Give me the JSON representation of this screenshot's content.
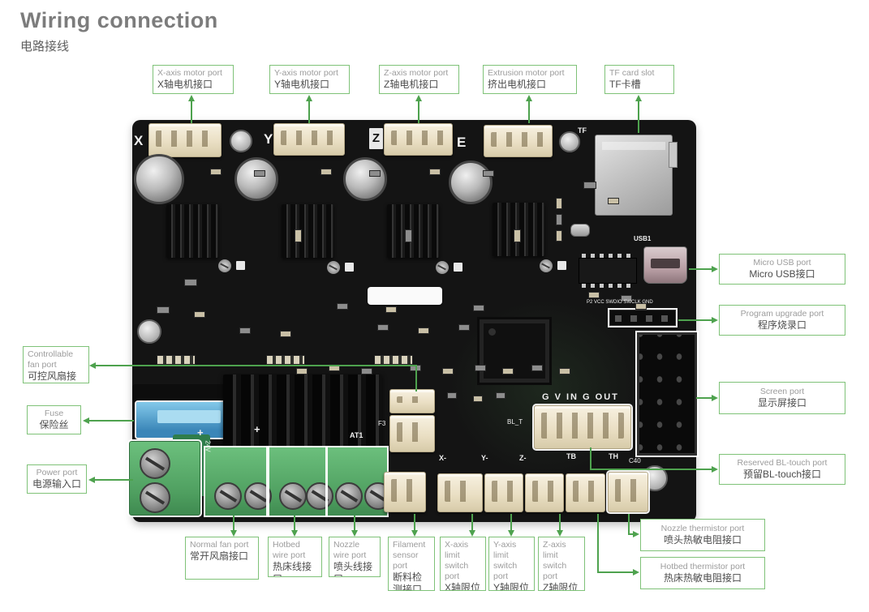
{
  "page": {
    "title": "Wiring connection",
    "subtitle": "电路接线"
  },
  "colors": {
    "accent_green": "#4ea24e",
    "callout_border": "#7fc278",
    "english_text": "#9c9c9c",
    "chinese_text": "#4c4c4c",
    "board": "#141414"
  },
  "callouts": {
    "x_motor": {
      "en": "X-axis motor port",
      "zh": "X轴电机接口"
    },
    "y_motor": {
      "en": "Y-axis motor port",
      "zh": "Y轴电机接口"
    },
    "z_motor": {
      "en": "Z-axis motor port",
      "zh": "Z轴电机接口"
    },
    "extrusion_motor": {
      "en": "Extrusion motor port",
      "zh": "挤出电机接口"
    },
    "tf_card": {
      "en": "TF card slot",
      "zh": "TF卡槽"
    },
    "micro_usb": {
      "en": "Micro USB port",
      "zh": "Micro USB接口"
    },
    "program_upgrade": {
      "en": "Program upgrade port",
      "zh": "程序烧录口"
    },
    "screen": {
      "en": "Screen port",
      "zh": "显示屏接口"
    },
    "bl_touch": {
      "en": "Reserved BL-touch port",
      "zh": "预留BL-touch接口"
    },
    "nozzle_thermistor": {
      "en": "Nozzle thermistor port",
      "zh": "喷头热敏电阻接口"
    },
    "hotbed_thermistor": {
      "en": "Hotbed thermistor port",
      "zh": "热床热敏电阻接口"
    },
    "controllable_fan": {
      "en": "Controllable fan port",
      "zh": "可控风扇接口"
    },
    "fuse": {
      "en": "Fuse",
      "zh": "保险丝"
    },
    "power": {
      "en": "Power port",
      "zh": "电源输入口"
    },
    "normal_fan": {
      "en": "Normal fan port",
      "zh": "常开风扇接口"
    },
    "hotbed_wire": {
      "en": "Hotbed wire port",
      "zh": "热床线接口"
    },
    "nozzle_wire": {
      "en": "Nozzle wire port",
      "zh": "喷头线接口"
    },
    "filament_sensor": {
      "en": "Filament sensor port",
      "zh": "断料检测接口"
    },
    "x_limit": {
      "en": "X-axis limit switch port",
      "zh": "X轴限位开关接口"
    },
    "y_limit": {
      "en": "Y-axis limit switch port",
      "zh": "Y轴限位开关接口"
    },
    "z_limit": {
      "en": "Z-axis limit switch port",
      "zh": "Z轴限位开关接口"
    }
  },
  "board_silkscreen": {
    "x": "X",
    "y": "Y",
    "z": "Z",
    "e": "E",
    "tf": "TF",
    "usb1": "USB1",
    "p2_swd": "P2 VCC SWDIO SWCLK GND",
    "blt_pins": "G V IN G OUT",
    "bl_t": "BL_T",
    "x_minus": "X-",
    "y_minus": "Y-",
    "z_minus": "Z-",
    "tb": "TB",
    "th": "TH",
    "c40": "C40",
    "at1": "AT1",
    "f3": "F3",
    "plus": "+",
    "v24": "24V"
  }
}
